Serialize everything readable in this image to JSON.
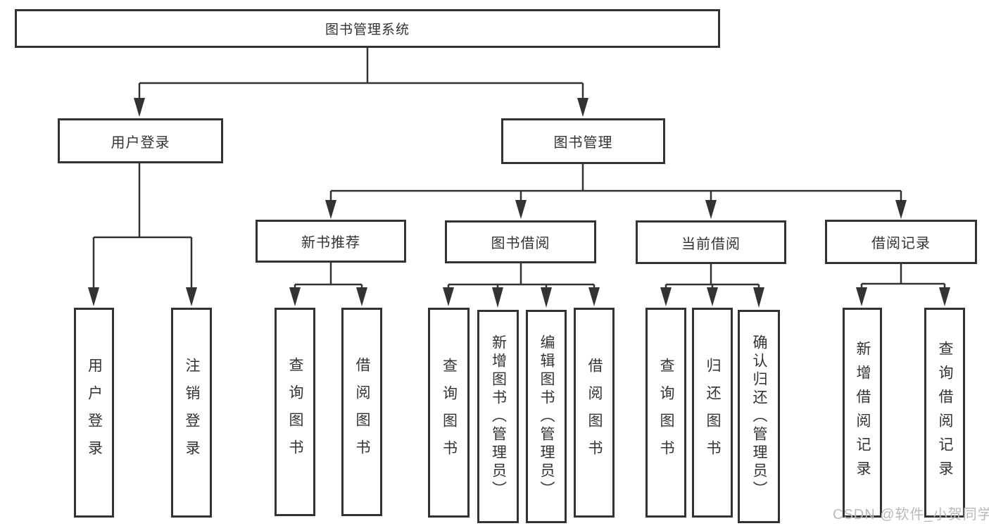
{
  "tree": {
    "label": "图书管理系统",
    "children": [
      {
        "label": "用户登录",
        "children": [
          {
            "label": "用户登录"
          },
          {
            "label": "注销登录"
          }
        ]
      },
      {
        "label": "图书管理",
        "children": [
          {
            "label": "新书推荐",
            "children": [
              {
                "label": "查询图书"
              },
              {
                "label": "借阅图书"
              }
            ]
          },
          {
            "label": "图书借阅",
            "children": [
              {
                "label": "查询图书"
              },
              {
                "label": "新增图书（管理员）"
              },
              {
                "label": "编辑图书（管理员）"
              },
              {
                "label": "借阅图书"
              }
            ]
          },
          {
            "label": "当前借阅",
            "children": [
              {
                "label": "查询图书"
              },
              {
                "label": "归还图书"
              },
              {
                "label": "确认归还（管理员）"
              }
            ]
          },
          {
            "label": "借阅记录",
            "children": [
              {
                "label": "新增借阅记录"
              },
              {
                "label": "查询借阅记录"
              }
            ]
          }
        ]
      }
    ]
  },
  "watermark": {
    "text": "CSDN @软件_小贺同学"
  },
  "colors": {
    "line": "#333333",
    "box_border": "#333333",
    "text": "#333333",
    "background": "#ffffff",
    "watermark": "#b9b9b9"
  }
}
